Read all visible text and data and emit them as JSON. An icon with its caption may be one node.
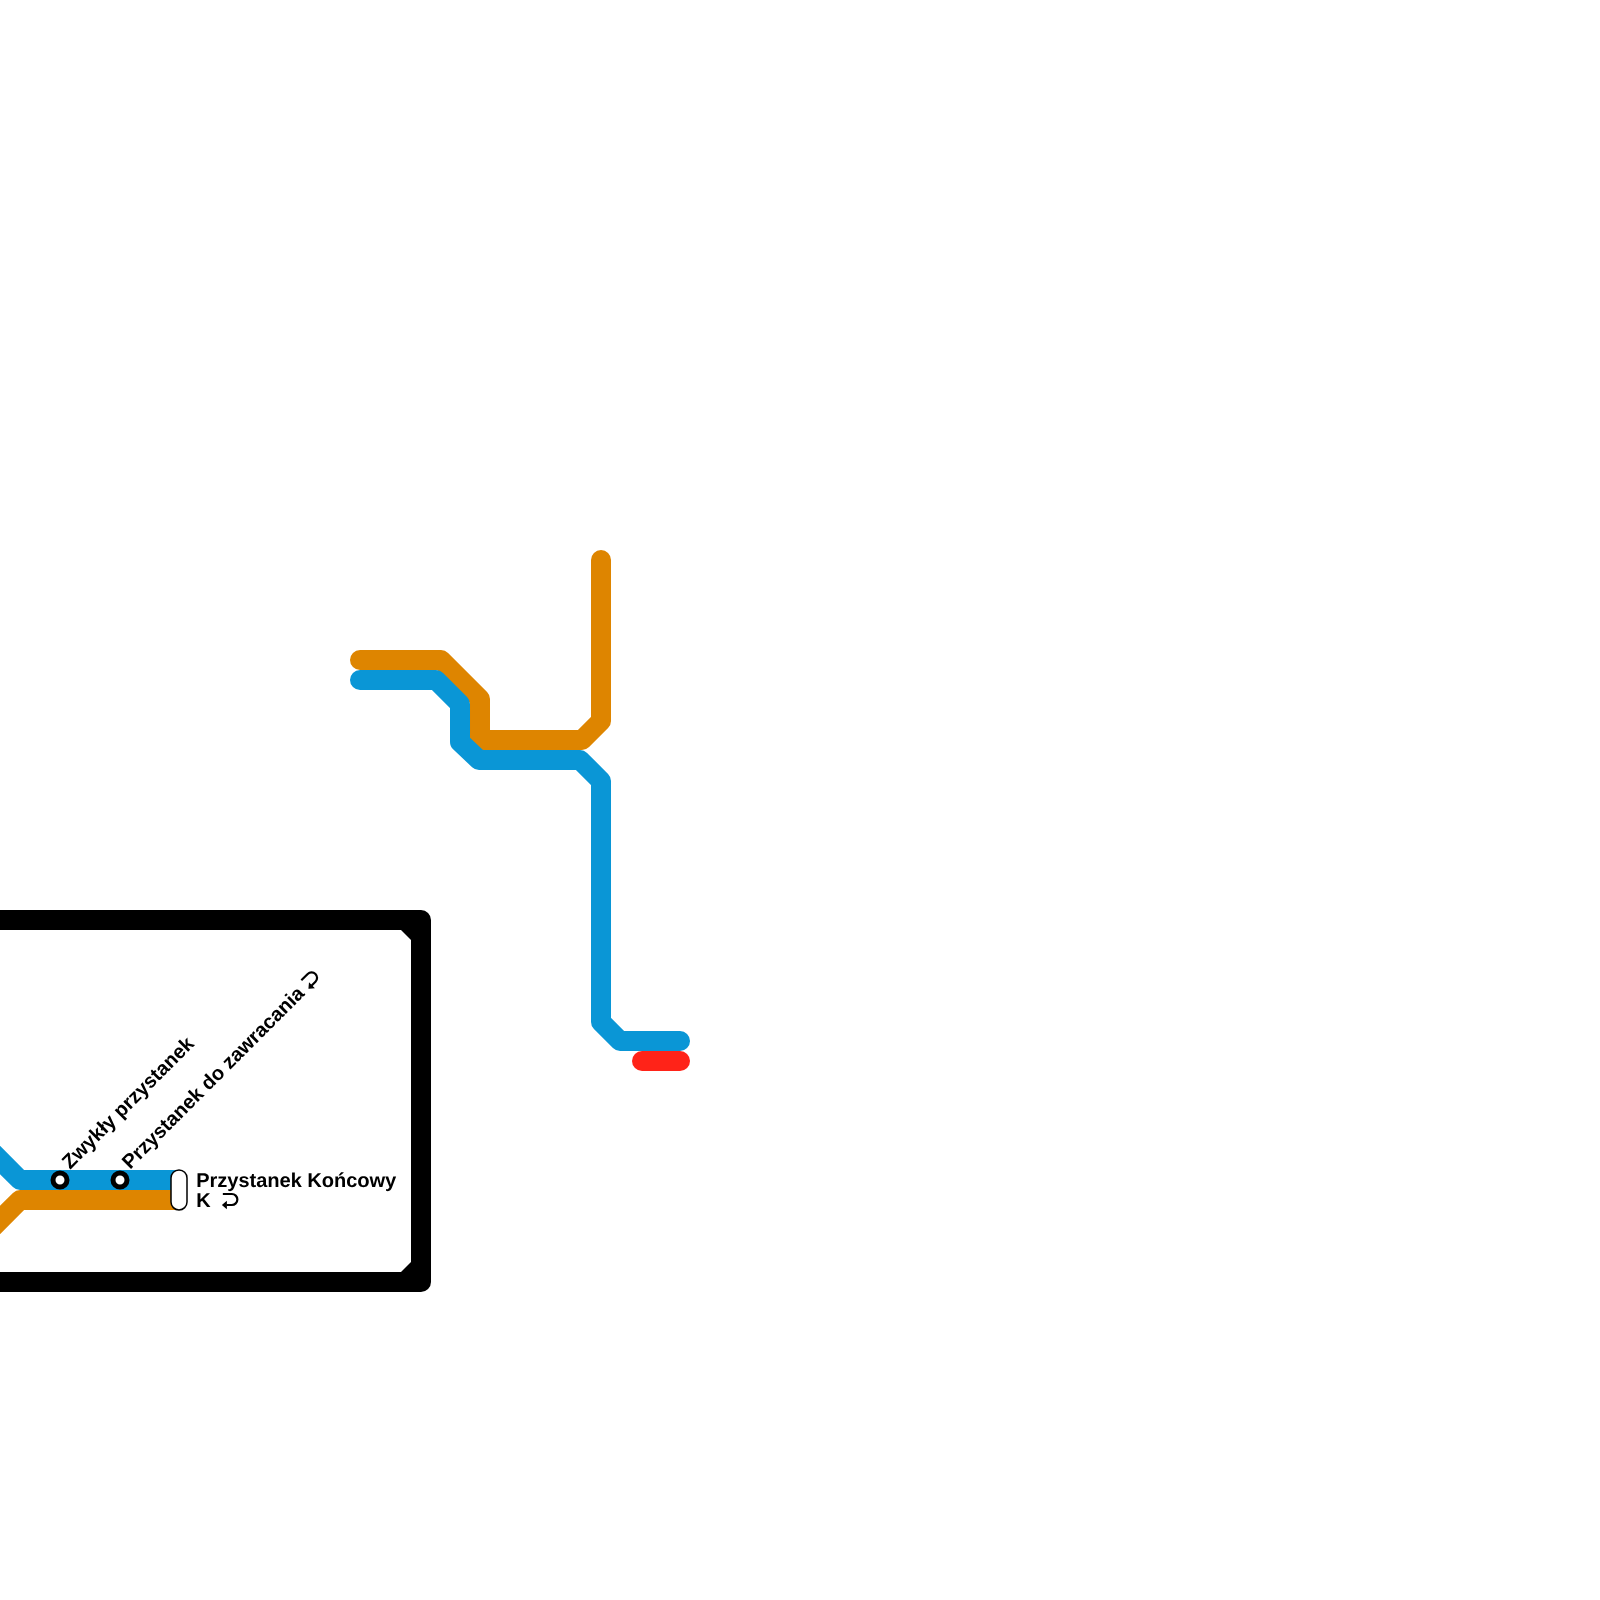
{
  "diagram": {
    "labels": [
      "Zwykły przystanek",
      "Przystanek do zawracania",
      "Przystanek Końcowy",
      "K"
    ]
  }
}
